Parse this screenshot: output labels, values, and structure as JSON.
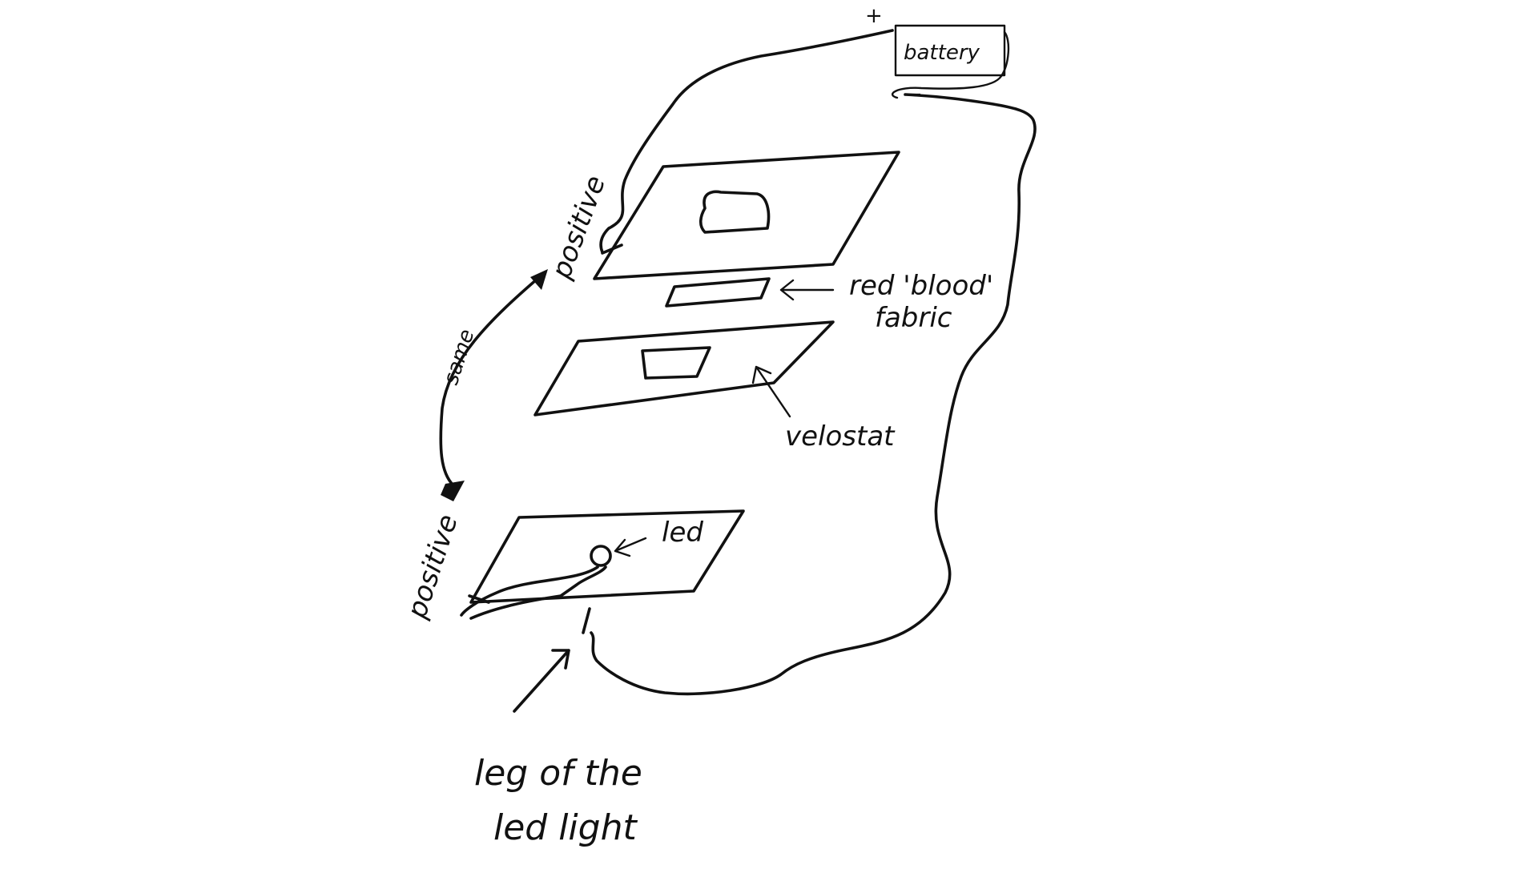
{
  "diagram": {
    "colors": {
      "ink": "#111111",
      "background": "#ffffff"
    },
    "labels": {
      "battery": "battery",
      "battery_plus": "+",
      "battery_minus": "−",
      "positive_top": "positive",
      "positive_bottom": "positive",
      "same": "same",
      "red_blood_fabric_line1": "red 'blood'",
      "red_blood_fabric_line2": "fabric",
      "velostat": "velostat",
      "led": "led",
      "leg_line1": "leg of the",
      "leg_line2": "led light"
    }
  }
}
